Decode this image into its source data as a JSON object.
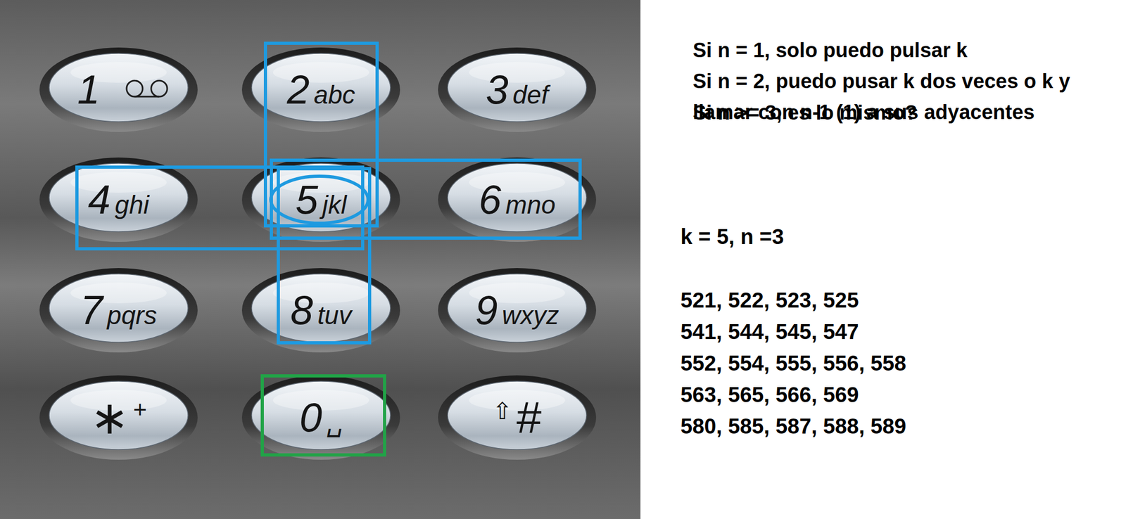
{
  "diagram": {
    "nodes": [
      {
        "text": [
          "1"
        ]
      },
      {
        "text": [
          "2",
          "abc"
        ]
      },
      {
        "text": [
          "3",
          "def"
        ]
      },
      {
        "text": [
          "4",
          "ghi"
        ]
      },
      {
        "text": [
          "5",
          "jkl"
        ]
      },
      {
        "text": [
          "6",
          "mno"
        ]
      },
      {
        "text": [
          "7",
          "pqrs"
        ]
      },
      {
        "text": [
          "8",
          "tuv"
        ]
      },
      {
        "text": [
          "9",
          "wxyz"
        ]
      },
      {
        "text": [
          "∗",
          "+"
        ]
      },
      {
        "text": [
          "0",
          "␣"
        ]
      },
      {
        "text": [
          "⇧",
          "#"
        ]
      }
    ],
    "labels": [
      "Si n = 1, solo puedo pulsar k",
      "Si n = 2, puedo pusar k dos veces o k y llamar con n-1 (1) a sus adyacentes",
      "Si n >= 3, es lo mismo?",
      "k = 5, n =3",
      "521, 522, 523, 525",
      "541, 544, 545, 547",
      "552, 554, 555, 556, 558",
      "563, 565, 566, 569",
      "580, 585, 587, 588, 589"
    ]
  }
}
